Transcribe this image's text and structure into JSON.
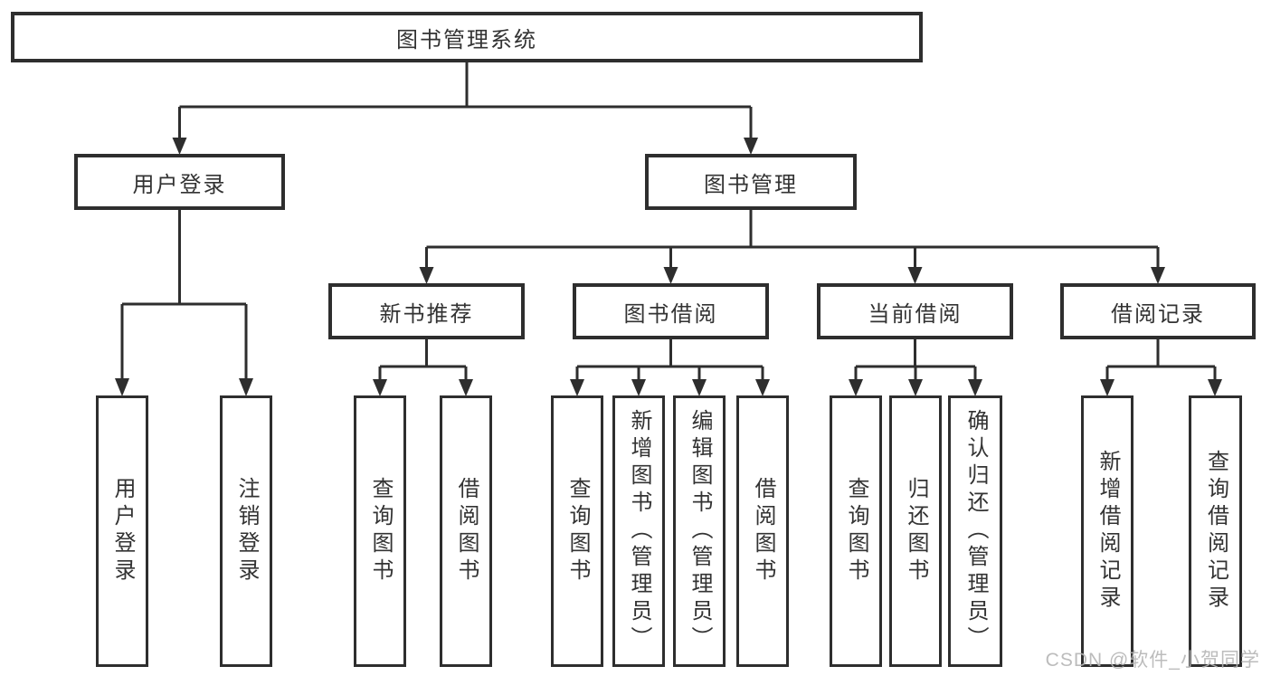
{
  "diagram_type": "hierarchy-tree",
  "colors": {
    "line": "#2e2e2e",
    "text": "#333333",
    "background": "#ffffff",
    "watermark_text_color": "#b5b5b5"
  },
  "tree": {
    "label": "图书管理系统",
    "children": [
      {
        "label": "用户登录",
        "children": [
          {
            "label": "用户登录"
          },
          {
            "label": "注销登录"
          }
        ]
      },
      {
        "label": "图书管理",
        "children": [
          {
            "label": "新书推荐",
            "children": [
              {
                "label": "查询图书"
              },
              {
                "label": "借阅图书"
              }
            ]
          },
          {
            "label": "图书借阅",
            "children": [
              {
                "label": "查询图书"
              },
              {
                "label": "新增图书（管理员）"
              },
              {
                "label": "编辑图书（管理员）"
              },
              {
                "label": "借阅图书"
              }
            ]
          },
          {
            "label": "当前借阅",
            "children": [
              {
                "label": "查询图书"
              },
              {
                "label": "归还图书"
              },
              {
                "label": "确认归还（管理员）"
              }
            ]
          },
          {
            "label": "借阅记录",
            "children": [
              {
                "label": "新增借阅记录"
              },
              {
                "label": "查询借阅记录"
              }
            ]
          }
        ]
      }
    ]
  },
  "watermark": {
    "text": "CSDN @软件_小贺同学"
  }
}
